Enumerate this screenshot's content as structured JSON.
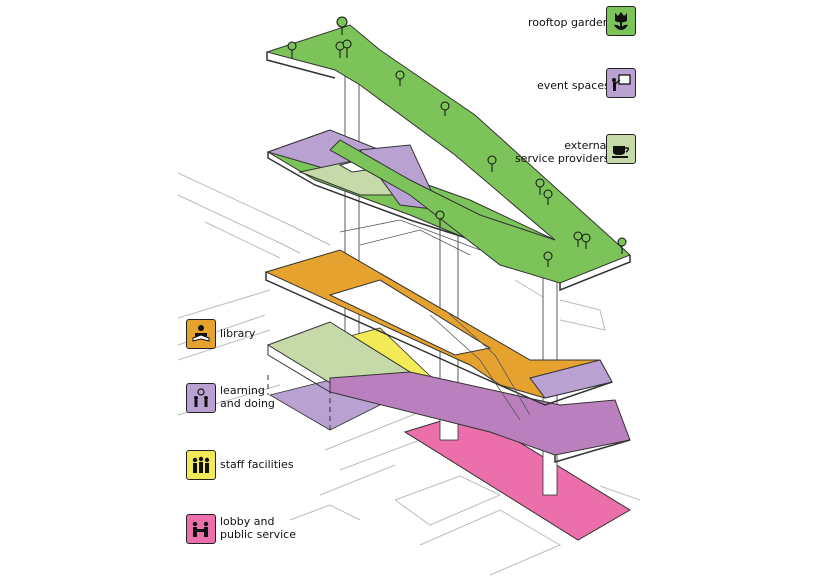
{
  "colors": {
    "green": "#7cc35a",
    "purple": "#b9a2d2",
    "sage": "#c5daa8",
    "orange": "#e6a22f",
    "magenta": "#b980bd",
    "yellow": "#f2ea57",
    "pink": "#ea6fab",
    "line": "#333333",
    "ground": "#bcbcbc"
  },
  "legend": {
    "rooftop_garden": {
      "label": "rooftop garden",
      "icon": "flower-icon"
    },
    "event_spaces": {
      "label": "event spaces",
      "icon": "presentation-icon"
    },
    "external_service_providers": {
      "label": "external\nservice providers",
      "icon": "coffee-cup-icon"
    },
    "library": {
      "label": "library",
      "icon": "reader-icon"
    },
    "learning_and_doing": {
      "label": "learning\nand doing",
      "icon": "idea-people-icon"
    },
    "staff_facilities": {
      "label": "staff facilities",
      "icon": "staff-group-icon"
    },
    "lobby_and_public_service": {
      "label": "lobby and\npublic service",
      "icon": "service-desk-icon"
    }
  }
}
